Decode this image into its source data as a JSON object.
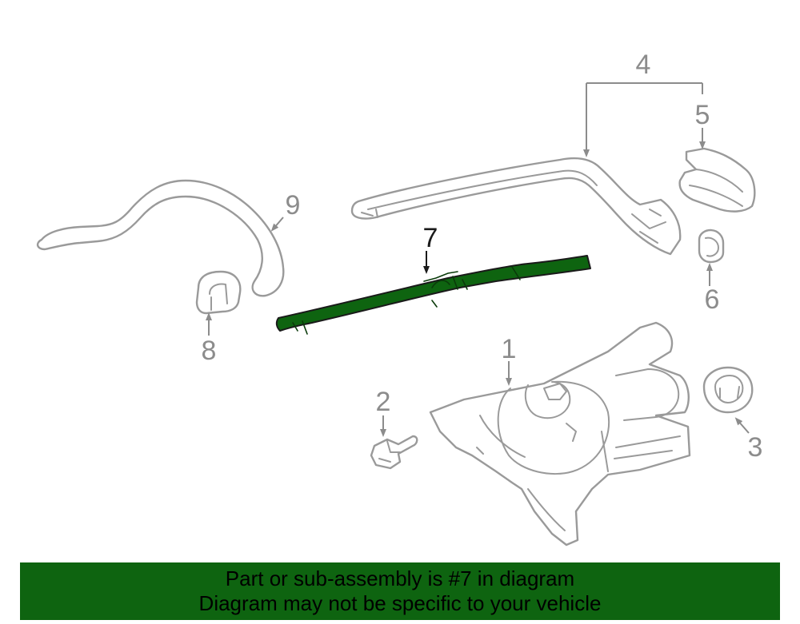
{
  "labels": {
    "p1": "1",
    "p2": "2",
    "p3": "3",
    "p4": "4",
    "p5": "5",
    "p6": "6",
    "p7": "7",
    "p8": "8",
    "p9": "9"
  },
  "highlighted_part": "7",
  "colors": {
    "highlight": "#0e6410",
    "outline": "#9a9a9a",
    "label": "#8c8c8c"
  },
  "banner": {
    "line1": "Part or sub-assembly is #7 in diagram",
    "line2": "Diagram may not be specific to your vehicle"
  }
}
